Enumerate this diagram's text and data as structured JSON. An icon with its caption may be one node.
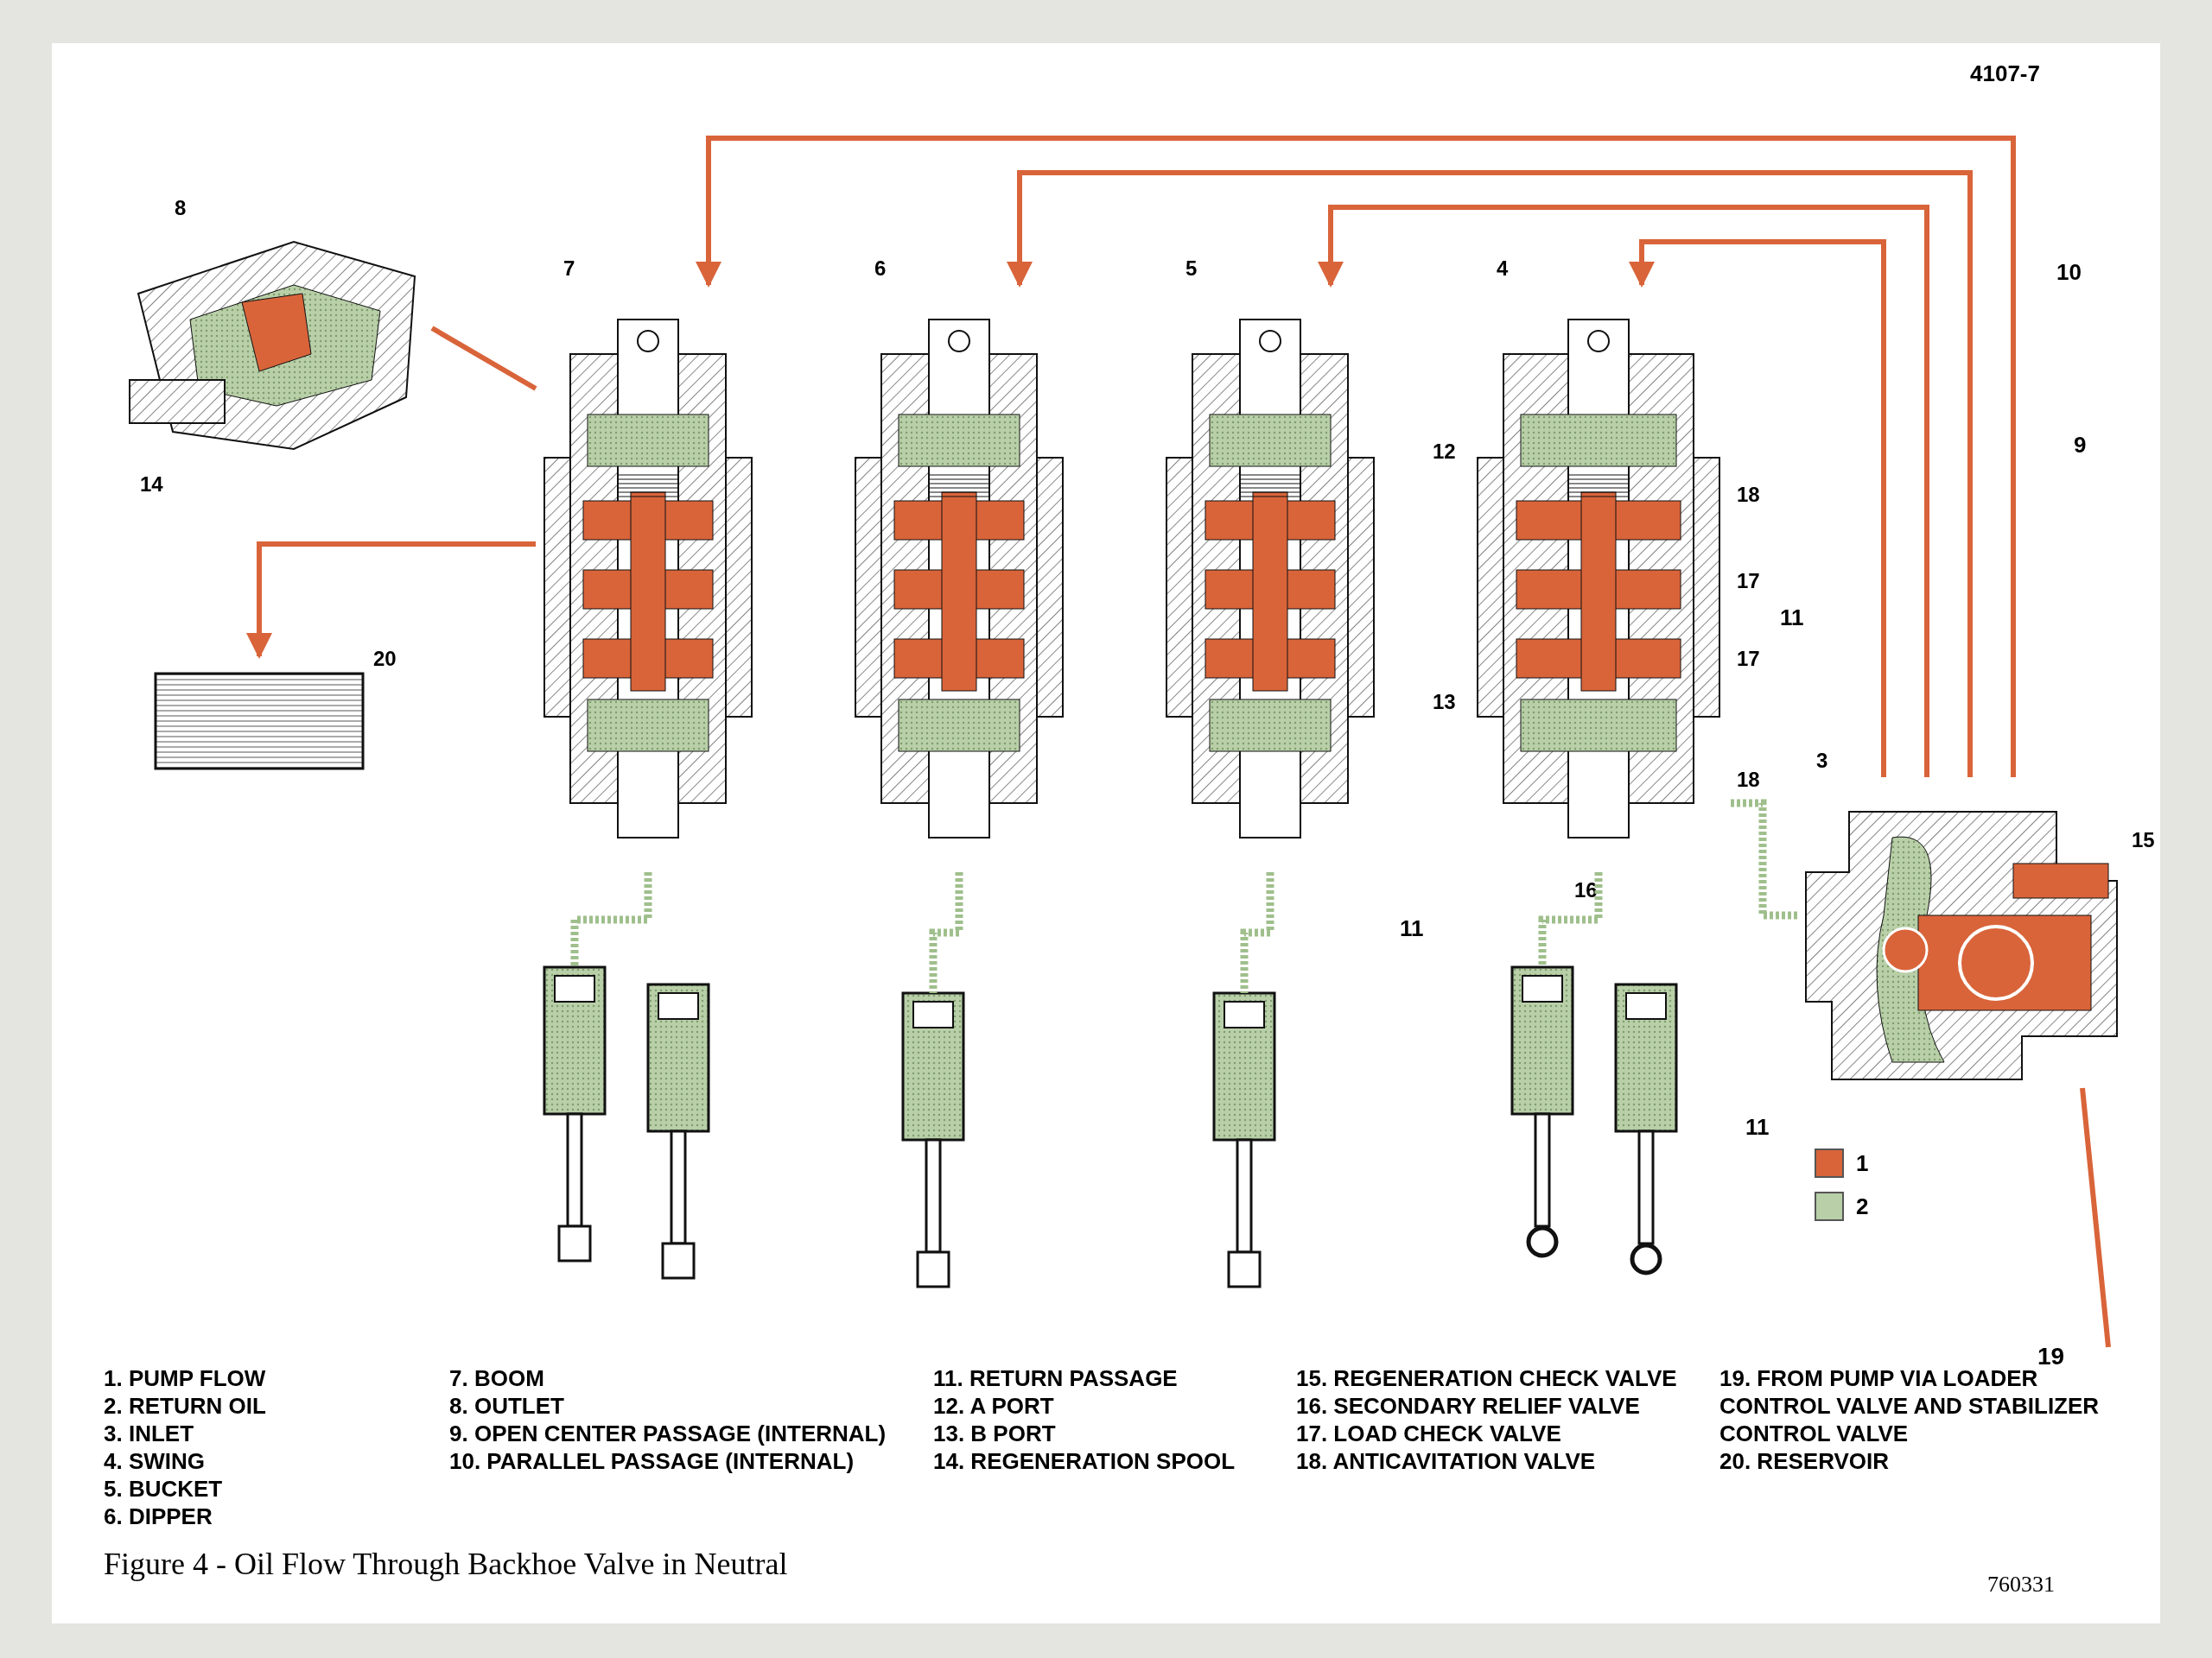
{
  "diagram": {
    "caption": "Figure 4 - Oil Flow Through Backhoe Valve in Neutral",
    "nodes": [
      {
        "text": [],
        "shape": "box",
        "beside": [
          "20"
        ]
      },
      {
        "text": [],
        "shape": "picture",
        "beside": [
          "8",
          "14"
        ]
      },
      {
        "text": [],
        "shape": "picture",
        "beside": [
          "7"
        ]
      },
      {
        "text": [],
        "shape": "picture",
        "beside": [
          "6"
        ]
      },
      {
        "text": [],
        "shape": "picture",
        "beside": [
          "5"
        ]
      },
      {
        "text": [],
        "shape": "picture",
        "beside": [
          "4",
          "12",
          "13",
          "16",
          "17",
          "17",
          "18",
          "18"
        ]
      },
      {
        "text": [],
        "shape": "picture",
        "beside": [
          "3",
          "15"
        ]
      },
      {
        "text": [],
        "shape": "picture"
      },
      {
        "text": [],
        "shape": "picture"
      },
      {
        "text": [],
        "shape": "picture"
      },
      {
        "text": [],
        "shape": "picture"
      }
    ],
    "edges": [
      {
        "from": 6,
        "to": 5,
        "arrow": "to"
      },
      {
        "from": 6,
        "to": 4,
        "arrow": "to"
      },
      {
        "from": 6,
        "to": 3,
        "arrow": "to"
      },
      {
        "from": 6,
        "to": 2,
        "arrow": "to"
      },
      {
        "from": 1,
        "to": 2,
        "arrow": "none"
      },
      {
        "from": 2,
        "to": 0,
        "arrow": "to"
      },
      {
        "from": null,
        "to": 6,
        "arrow": "none",
        "label": "19"
      },
      {
        "from": 2,
        "to": 7,
        "arrow": "none",
        "style": "dashed",
        "color": "#9fbf8c"
      },
      {
        "from": 3,
        "to": 8,
        "arrow": "none",
        "style": "dashed",
        "color": "#9fbf8c"
      },
      {
        "from": 4,
        "to": 9,
        "arrow": "none",
        "style": "dashed",
        "color": "#9fbf8c"
      },
      {
        "from": 5,
        "to": 10,
        "arrow": "none",
        "style": "dashed",
        "color": "#9fbf8c"
      },
      {
        "from": 6,
        "to": 5,
        "arrow": "none",
        "style": "dashed",
        "color": "#9fbf8c"
      }
    ],
    "labels": [
      "4107-7",
      "10",
      "9",
      "11",
      "11",
      "11",
      "1. PUMP FLOW",
      "2. RETURN OIL",
      "3. INLET",
      "4. SWING",
      "5. BUCKET",
      "6. DIPPER",
      "7. BOOM",
      "8. OUTLET",
      "9. OPEN CENTER PASSAGE (INTERNAL)",
      "10. PARALLEL PASSAGE (INTERNAL)",
      "11. RETURN PASSAGE",
      "12. A PORT",
      "13. B PORT",
      "14. REGENERATION SPOOL",
      "15. REGENERATION CHECK VALVE",
      "16. SECONDARY RELIEF VALVE",
      "17. LOAD CHECK VALVE",
      "18. ANTICAVITATION VALVE",
      "19. FROM PUMP VIA LOADER CONTROL VALVE AND STABILIZER CONTROL VALVE",
      "20. RESERVOIR",
      "760331"
    ],
    "legend": [
      {
        "text": "1",
        "color": "#d9643a"
      },
      {
        "text": "2",
        "color": "#b8cfa8"
      }
    ]
  }
}
